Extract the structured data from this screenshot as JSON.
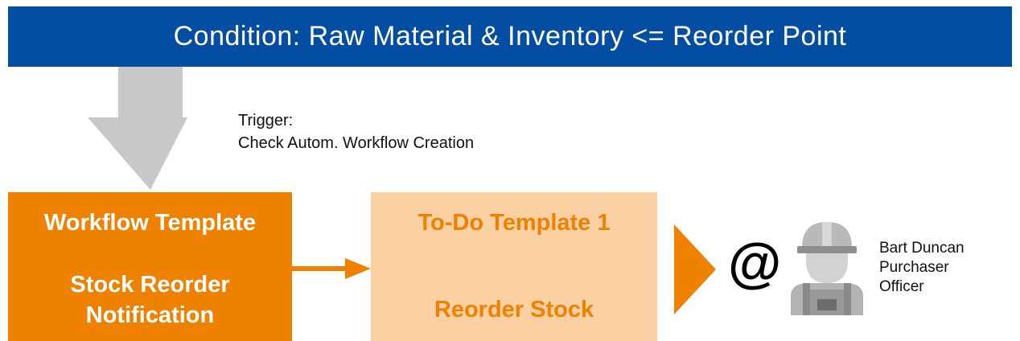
{
  "condition": {
    "label": "Condition: Raw Material & Inventory <= Reorder Point"
  },
  "trigger": {
    "heading": "Trigger:",
    "text": "Check Autom. Workflow Creation"
  },
  "workflow_template": {
    "title": "Workflow Template",
    "name": "Stock Reorder Notification"
  },
  "todo_template": {
    "title": "To-Do Template 1",
    "name": "Reorder Stock"
  },
  "assignee": {
    "at_symbol": "@",
    "name": "Bart Duncan",
    "role_line1": "Purchaser",
    "role_line2": "Officer"
  },
  "colors": {
    "banner": "#034ea2",
    "orange": "#ef8100",
    "light_orange": "#fbd0a2",
    "arrow_gray": "#c8c8c8"
  },
  "icons": {
    "down_arrow": "big-down-arrow-icon",
    "connector": "right-arrow-icon",
    "chevron": "chevron-right-icon",
    "person": "worker-avatar-icon"
  }
}
